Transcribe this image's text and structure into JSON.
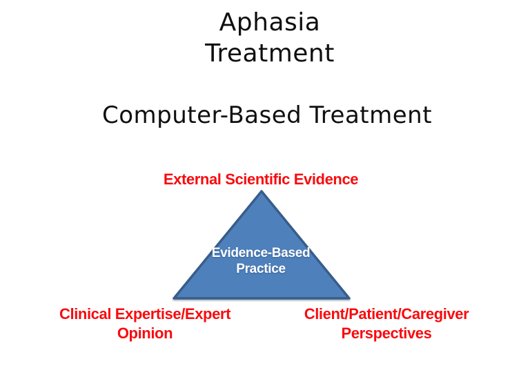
{
  "slide": {
    "title": {
      "line1": "Aphasia",
      "line2": "Treatment"
    },
    "subtitle": "Computer-Based Treatment"
  },
  "diagram": {
    "name": "Evidence-Based Practice triangle",
    "type": "triangle-diagram",
    "top_label": "External Scientific Evidence",
    "center": {
      "line1": "Evidence-Based",
      "line2": "Practice"
    },
    "bottom_left": {
      "line1": "Clinical Expertise/Expert",
      "line2": "Opinion"
    },
    "bottom_right": {
      "line1": "Client/Patient/Caregiver",
      "line2": "Perspectives"
    }
  },
  "colors": {
    "background": "#ffffff",
    "title_text": "#0f0f0f",
    "label_red": "#f80b0e",
    "triangle_fill": "#4e80bc",
    "triangle_border": "#385d8a",
    "triangle_text": "#ffffff"
  }
}
